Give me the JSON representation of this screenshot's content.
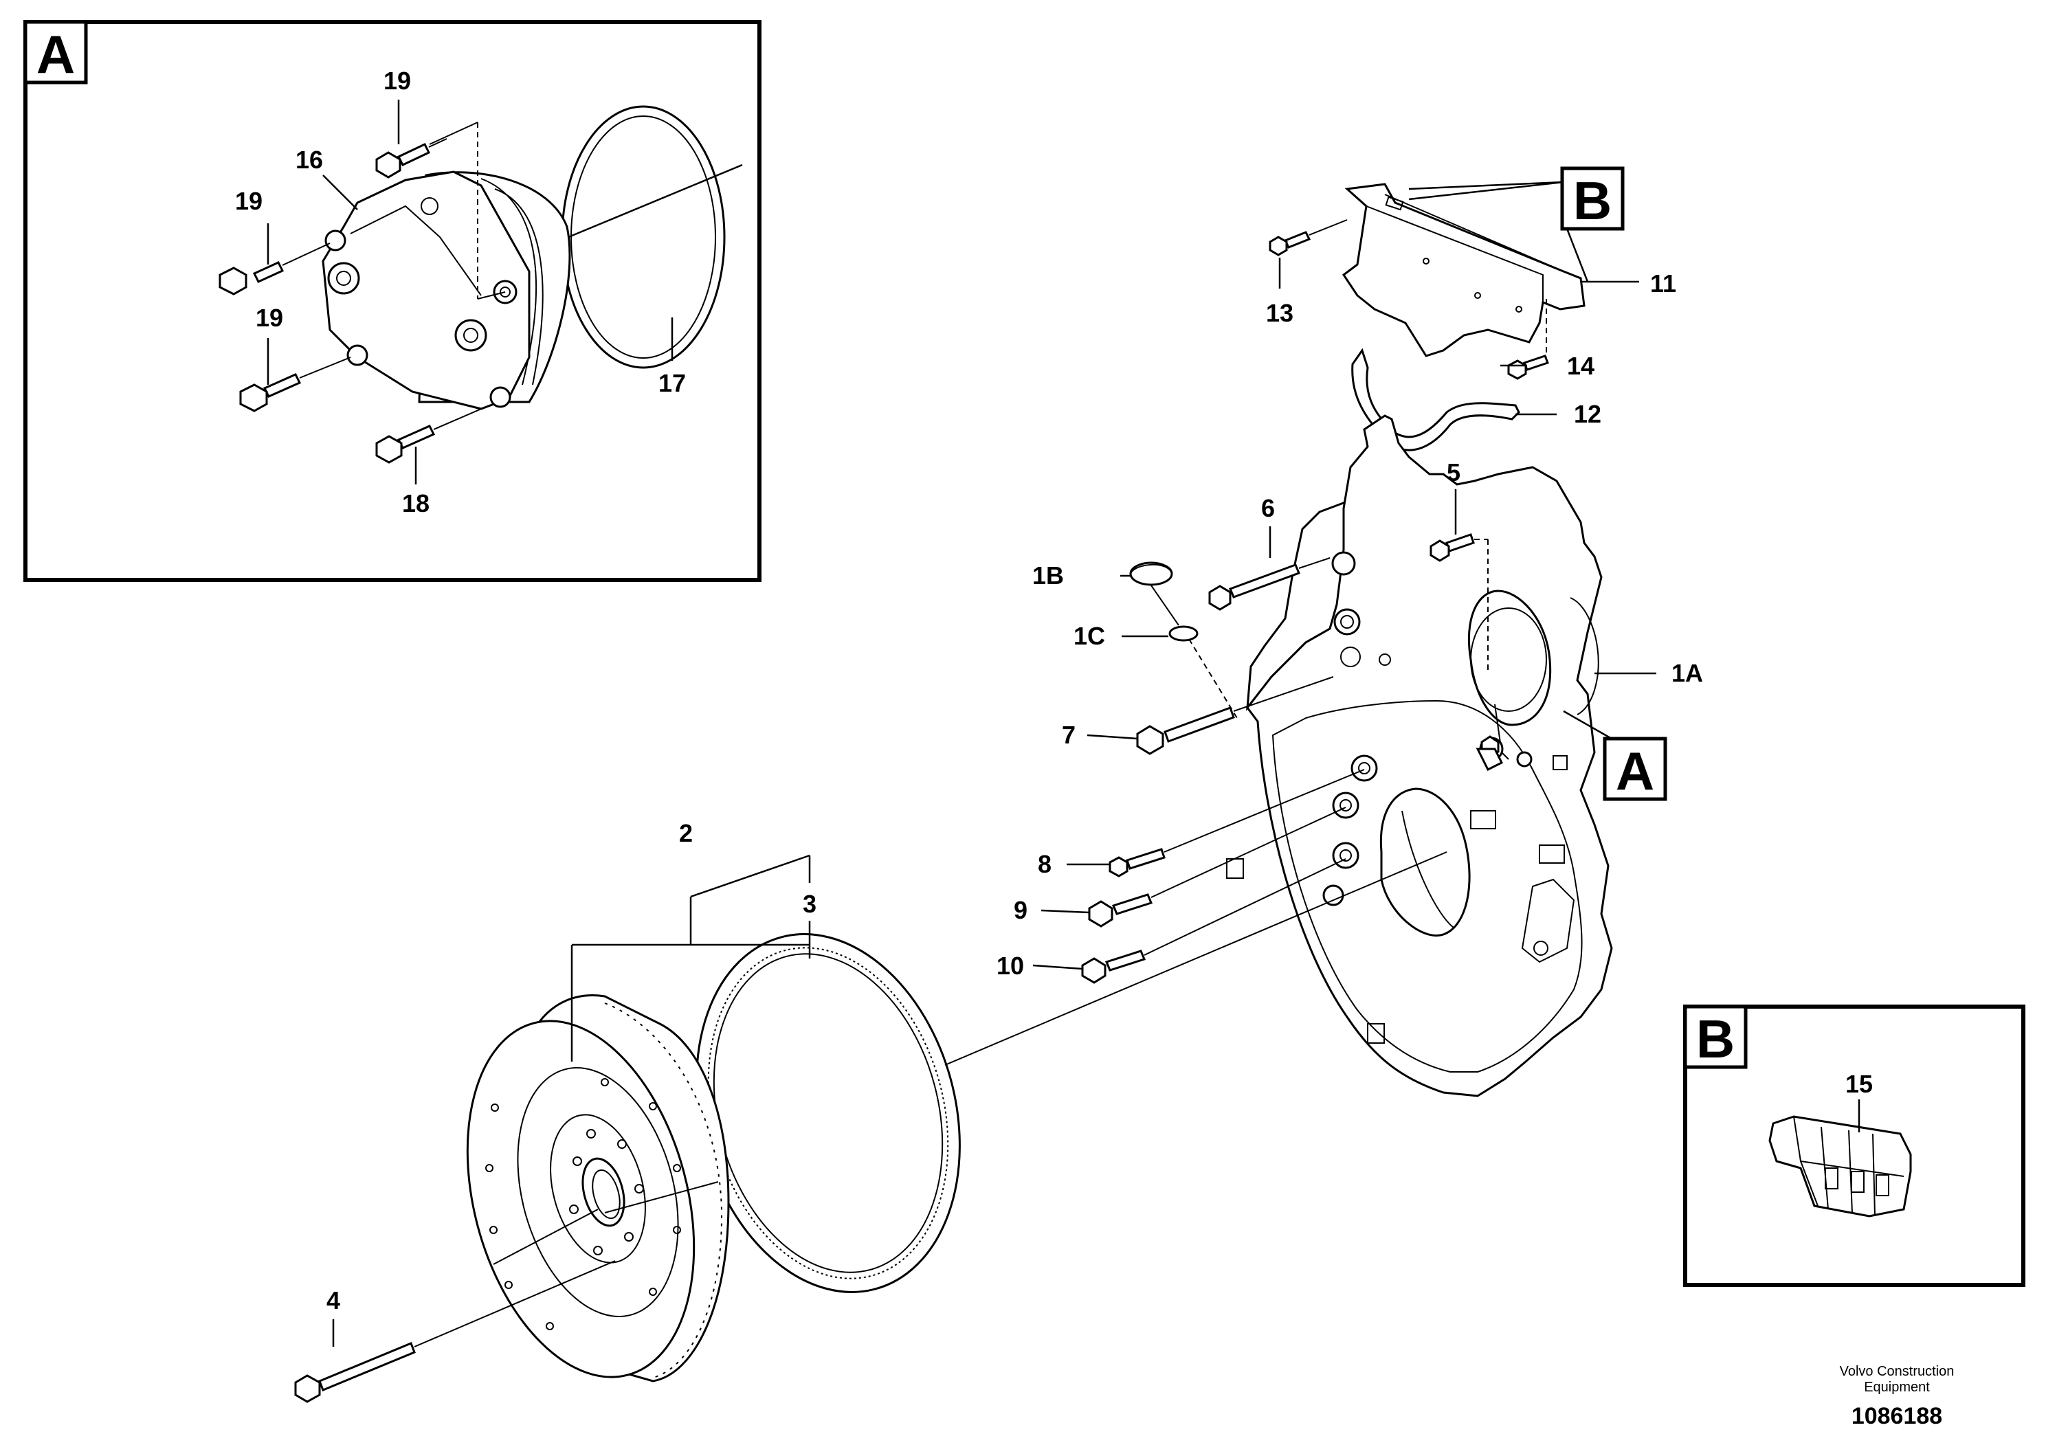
{
  "detail_boxes": {
    "a_label": "A",
    "b_label": "B"
  },
  "callouts": {
    "a": "A",
    "b": "B"
  },
  "part_labels": {
    "p1A": "1A",
    "p1B": "1B",
    "p1C": "1C",
    "p2": "2",
    "p3": "3",
    "p4": "4",
    "p5": "5",
    "p6": "6",
    "p7": "7",
    "p8": "8",
    "p9": "9",
    "p10": "10",
    "p11": "11",
    "p12": "12",
    "p13": "13",
    "p14": "14",
    "p15": "15",
    "p16": "16",
    "p17": "17",
    "p18": "18",
    "p19": "19"
  },
  "footer": {
    "company_line1": "Volvo Construction",
    "company_line2": "Equipment",
    "drawing_number": "1086188"
  }
}
